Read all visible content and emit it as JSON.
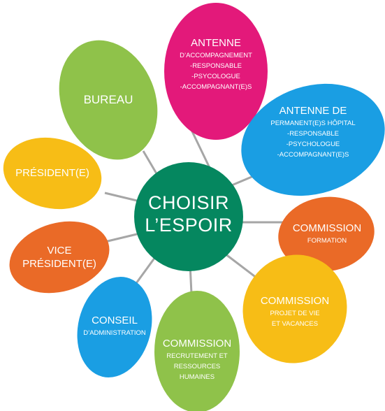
{
  "center": {
    "lines": [
      "CHOISIR",
      "L’ESPOIR"
    ],
    "color": "#05875f"
  },
  "connector_color": "#a6a6a6",
  "petals": [
    {
      "id": "antenne-accompagnement",
      "color": "#e3197a",
      "title": [
        "ANTENNE"
      ],
      "items": [
        "D’ACCOMPAGNEMENT",
        "-RESPONSABLE",
        "-PSYCOLOGUE",
        "-ACCOMPAGNANT(E)S"
      ]
    },
    {
      "id": "antenne-permanence",
      "color": "#1a9ee3",
      "title": [
        "ANTENNE DE"
      ],
      "items": [
        "PERMANENT(E)S HÔPITAL",
        "-RESPONSABLE",
        "-PSYCHOLOGUE",
        "-ACCOMPAGNANT(E)S"
      ]
    },
    {
      "id": "commission-formation",
      "color": "#ea6a27",
      "title": [
        "COMMISSION"
      ],
      "items": [
        "FORMATION"
      ]
    },
    {
      "id": "commission-projet",
      "color": "#f7bd16",
      "title": [
        "COMMISSION"
      ],
      "items": [
        "PROJET DE VIE",
        "ET VACANCES"
      ]
    },
    {
      "id": "commission-recrutement",
      "color": "#8fc24a",
      "title": [
        "COMMISSION"
      ],
      "items": [
        "RECRUTEMENT ET",
        "RESSOURCES",
        "HUMAINES"
      ]
    },
    {
      "id": "conseil-administration",
      "color": "#1a9ee3",
      "title": [
        "CONSEIL"
      ],
      "items": [
        "D’ADMINISTRATION"
      ]
    },
    {
      "id": "vice-president",
      "color": "#ea6a27",
      "title": [
        "VICE",
        "PRÉSIDENT(E)"
      ],
      "items": []
    },
    {
      "id": "president",
      "color": "#f7bd16",
      "title": [
        "PRÉSIDENT(E)"
      ],
      "items": []
    },
    {
      "id": "bureau",
      "color": "#8fc24a",
      "title": [
        "BUREAU"
      ],
      "items": []
    }
  ]
}
